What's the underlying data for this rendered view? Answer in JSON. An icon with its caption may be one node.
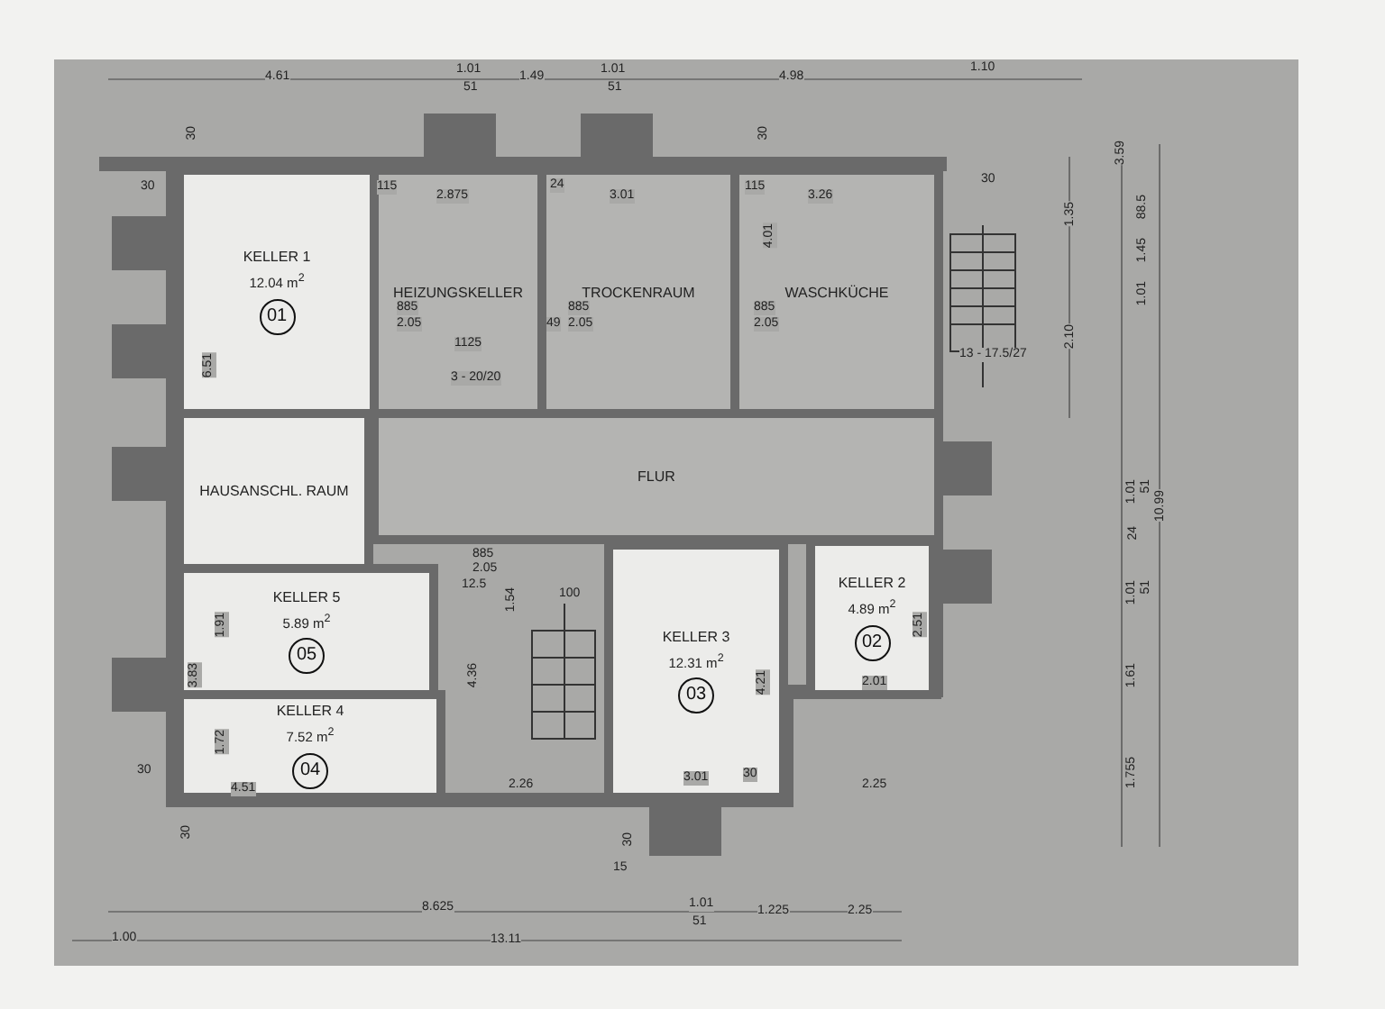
{
  "diagram": {
    "nodes": [
      {
        "text": [
          "KELLER 1",
          "12.04 m$^{2}$",
          "01"
        ]
      },
      {
        "text": [
          "HEIZUNGSKELLER"
        ]
      },
      {
        "text": [
          "TROCKENRAUM"
        ]
      },
      {
        "text": [
          "WASCHKÜCHE"
        ]
      },
      {
        "text": [
          "HAUSANSCHL. RAUM"
        ]
      },
      {
        "text": [
          "FLUR"
        ]
      },
      {
        "text": [
          "KELLER 5",
          "5.89 m$^{2}$",
          "05"
        ]
      },
      {
        "text": [
          "KELLER 4",
          "7.52 m$^{2}$",
          "04"
        ]
      },
      {
        "text": [
          "KELLER 3",
          "12.31 m$^{2}$",
          "03"
        ]
      },
      {
        "text": [
          "KELLER 2",
          "4.89 m$^{2}$",
          "02"
        ]
      }
    ],
    "labels": [
      "1.10",
      "4.61",
      "1.01",
      "51",
      "1.49",
      "1.01",
      "51",
      "4.98",
      "30",
      "30",
      "3.59",
      "30",
      "115",
      "2.875",
      "24",
      "3.01",
      "115",
      "3.26",
      "30",
      "1.35",
      "88.5",
      "4.01",
      "1.45",
      "1.01",
      "885",
      "2.05",
      "49",
      "885",
      "2.05",
      "885",
      "2.05",
      "1125",
      "2.10",
      "13 - 17.5/27",
      "3 - 20/20",
      "6.51",
      "1.01",
      "51",
      "10.99",
      "24",
      "885",
      "2.05",
      "12.5",
      "1.54",
      "100",
      "1.01",
      "51",
      "1.91",
      "2.51",
      "3.83",
      "4.36",
      "4.21",
      "1.61",
      "2.01",
      "1.72",
      "30",
      "4.51",
      "2.26",
      "3.01",
      "30",
      "2.25",
      "1.755",
      "30",
      "30",
      "15",
      "8.625",
      "1.01",
      "51",
      "1.225",
      "2.25",
      "1.00",
      "13.11"
    ]
  }
}
